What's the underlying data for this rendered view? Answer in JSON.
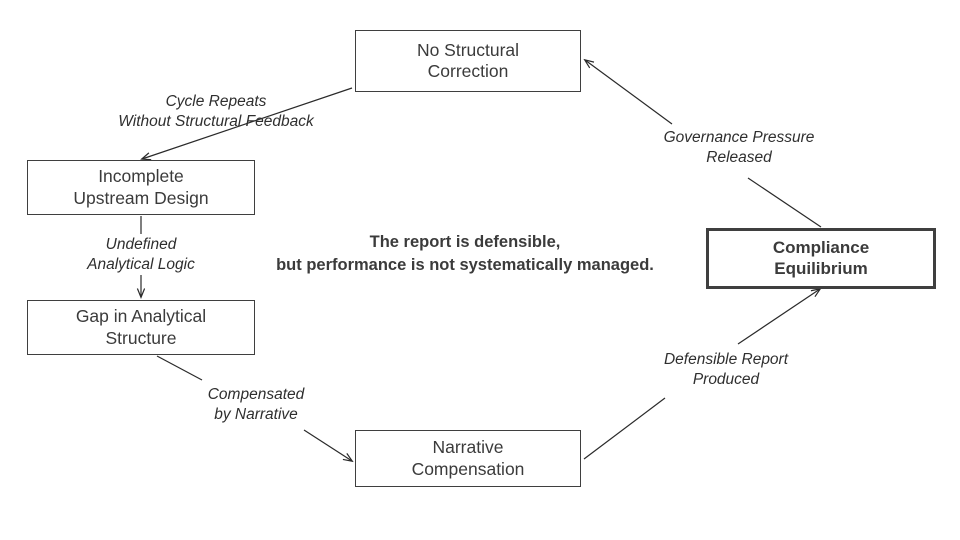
{
  "diagram": {
    "title_note": "The report is defensible,\nbut performance is not systematically managed.",
    "nodes": [
      {
        "id": "no-structural-correction",
        "label": "No Structural\nCorrection",
        "emphasis": false
      },
      {
        "id": "compliance-equilibrium",
        "label": "Compliance\nEquilibrium",
        "emphasis": true
      },
      {
        "id": "incomplete-upstream-design",
        "label": "Incomplete\nUpstream Design",
        "emphasis": false
      },
      {
        "id": "gap-in-analytical-structure",
        "label": "Gap in Analytical\nStructure",
        "emphasis": false
      },
      {
        "id": "narrative-compensation",
        "label": "Narrative\nCompensation",
        "emphasis": false
      }
    ],
    "edge_labels": [
      {
        "id": "cycle-repeats",
        "text": "Cycle Repeats\nWithout Structural Feedback"
      },
      {
        "id": "undefined-analytical-logic",
        "text": "Undefined\nAnalytical Logic"
      },
      {
        "id": "compensated-by-narrative",
        "text": "Compensated\nby Narrative"
      },
      {
        "id": "defensible-report",
        "text": "Defensible Report\nProduced"
      },
      {
        "id": "governance-pressure",
        "text": "Governance Pressure\nReleased"
      }
    ],
    "colors": {
      "stroke": "#3f3f3f",
      "text": "#3b3b3b",
      "background": "#ffffff",
      "emphasis_border": "#3f3f3f"
    }
  }
}
